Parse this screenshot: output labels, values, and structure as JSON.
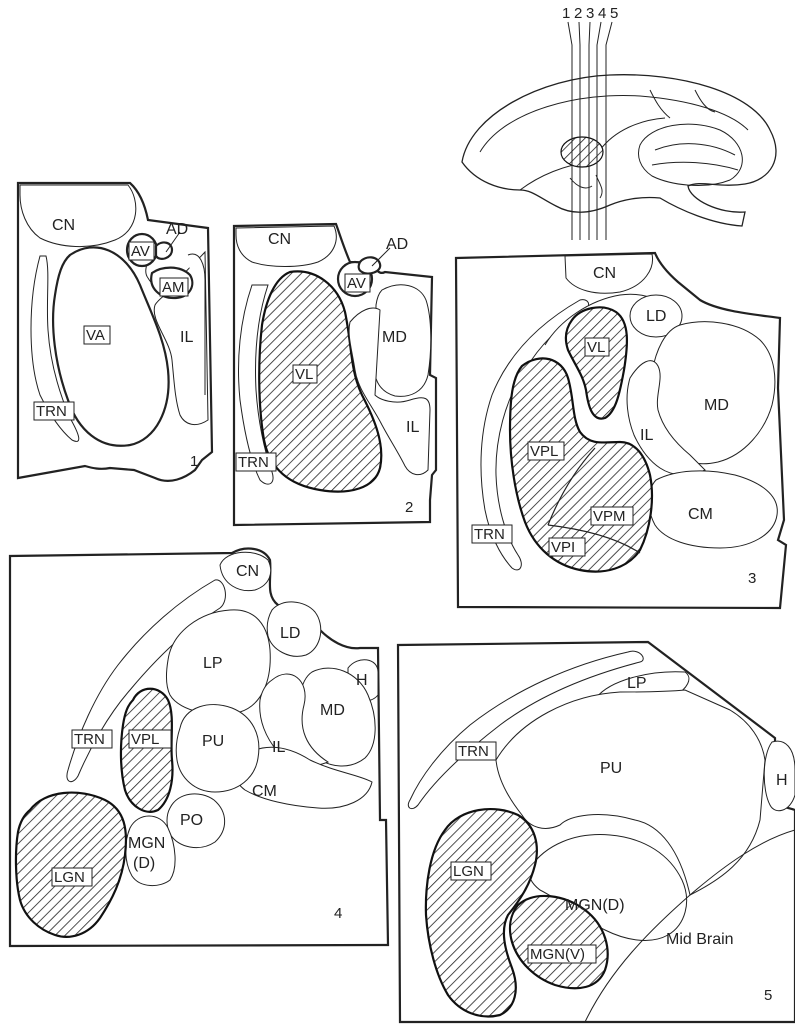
{
  "brain_overview": {
    "plane_numbers": [
      "1",
      "2",
      "3",
      "4",
      "5"
    ]
  },
  "panels": [
    {
      "number": "1",
      "labels": {
        "cn": "CN",
        "ad": "AD",
        "av": "AV",
        "am": "AM",
        "va": "VA",
        "il": "IL",
        "trn": "TRN"
      }
    },
    {
      "number": "2",
      "labels": {
        "cn": "CN",
        "ad": "AD",
        "av": "AV",
        "md": "MD",
        "vl": "VL",
        "il": "IL",
        "trn": "TRN"
      }
    },
    {
      "number": "3",
      "labels": {
        "cn": "CN",
        "ld": "LD",
        "vl": "VL",
        "md": "MD",
        "il": "IL",
        "vpl": "VPL",
        "vpm": "VPM",
        "cm": "CM",
        "trn": "TRN",
        "vpi": "VPI"
      }
    },
    {
      "number": "4",
      "labels": {
        "cn": "CN",
        "ld": "LD",
        "lp": "LP",
        "h": "H",
        "md": "MD",
        "trn": "TRN",
        "vpl": "VPL",
        "pu": "PU",
        "il": "IL",
        "cm": "CM",
        "po": "PO",
        "mgn_line1": "MGN",
        "mgn_line2": "(D)",
        "lgn": "LGN"
      }
    },
    {
      "number": "5",
      "labels": {
        "lp": "LP",
        "trn": "TRN",
        "pu": "PU",
        "h": "H",
        "lgn": "LGN",
        "mgnd": "MGN(D)",
        "mgnv": "MGN(V)",
        "midbrain": "Mid Brain"
      }
    }
  ]
}
